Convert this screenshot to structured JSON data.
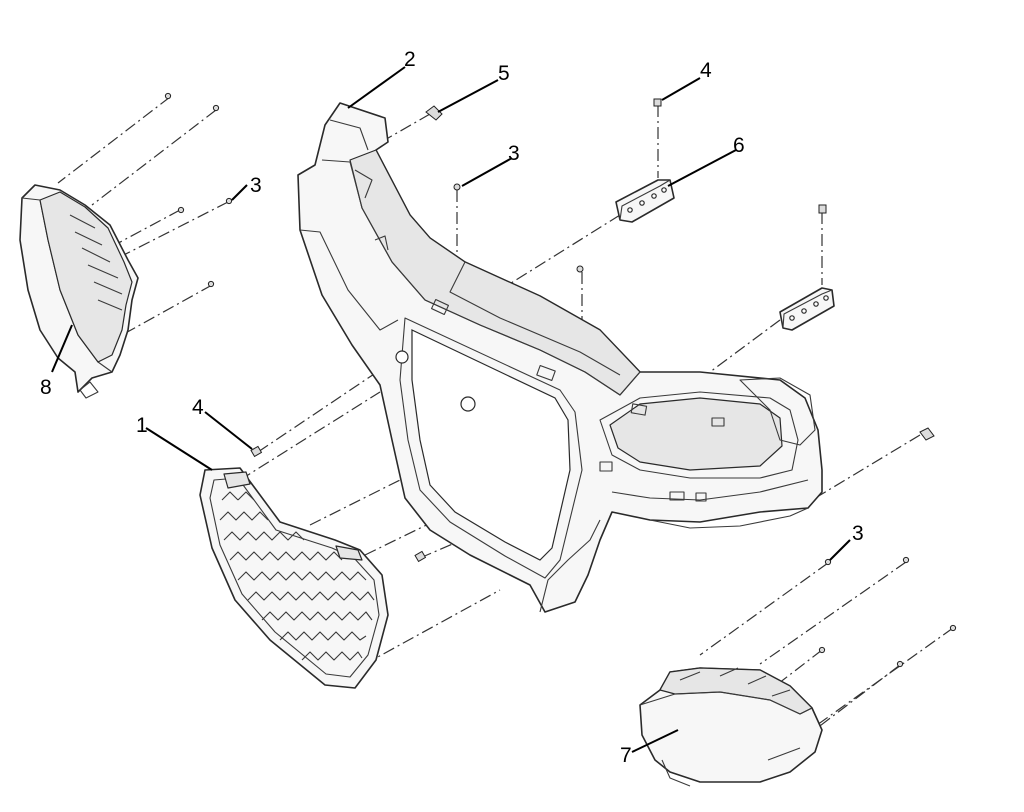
{
  "callouts": {
    "grille": "1",
    "front_fascia": "2",
    "screw_left_headlight": "3",
    "screw_center": "3",
    "screw_right_headlight": "3",
    "bolt_top": "4",
    "bolt_grille": "4",
    "clip_top": "5",
    "bracket": "6",
    "headlight_right": "7",
    "headlight_left": "8"
  }
}
